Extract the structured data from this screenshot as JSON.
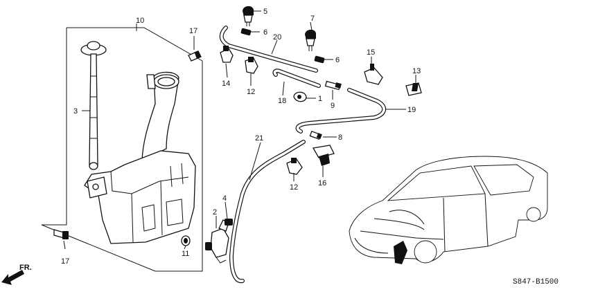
{
  "diagram": {
    "code": "S847-B1500",
    "direction_label": "FR.",
    "parts": [
      {
        "key": "p1",
        "number": "1"
      },
      {
        "key": "p2",
        "number": "2"
      },
      {
        "key": "p3",
        "number": "3"
      },
      {
        "key": "p4",
        "number": "4"
      },
      {
        "key": "p5",
        "number": "5"
      },
      {
        "key": "p6a",
        "number": "6"
      },
      {
        "key": "p6b",
        "number": "6"
      },
      {
        "key": "p7",
        "number": "7"
      },
      {
        "key": "p8",
        "number": "8"
      },
      {
        "key": "p9",
        "number": "9"
      },
      {
        "key": "p10",
        "number": "10"
      },
      {
        "key": "p11",
        "number": "11"
      },
      {
        "key": "p12a",
        "number": "12"
      },
      {
        "key": "p12b",
        "number": "12"
      },
      {
        "key": "p13",
        "number": "13"
      },
      {
        "key": "p14",
        "number": "14"
      },
      {
        "key": "p15",
        "number": "15"
      },
      {
        "key": "p16",
        "number": "16"
      },
      {
        "key": "p17a",
        "number": "17"
      },
      {
        "key": "p17b",
        "number": "17"
      },
      {
        "key": "p18",
        "number": "18"
      },
      {
        "key": "p19",
        "number": "19"
      },
      {
        "key": "p20",
        "number": "20"
      },
      {
        "key": "p21",
        "number": "21"
      }
    ]
  }
}
